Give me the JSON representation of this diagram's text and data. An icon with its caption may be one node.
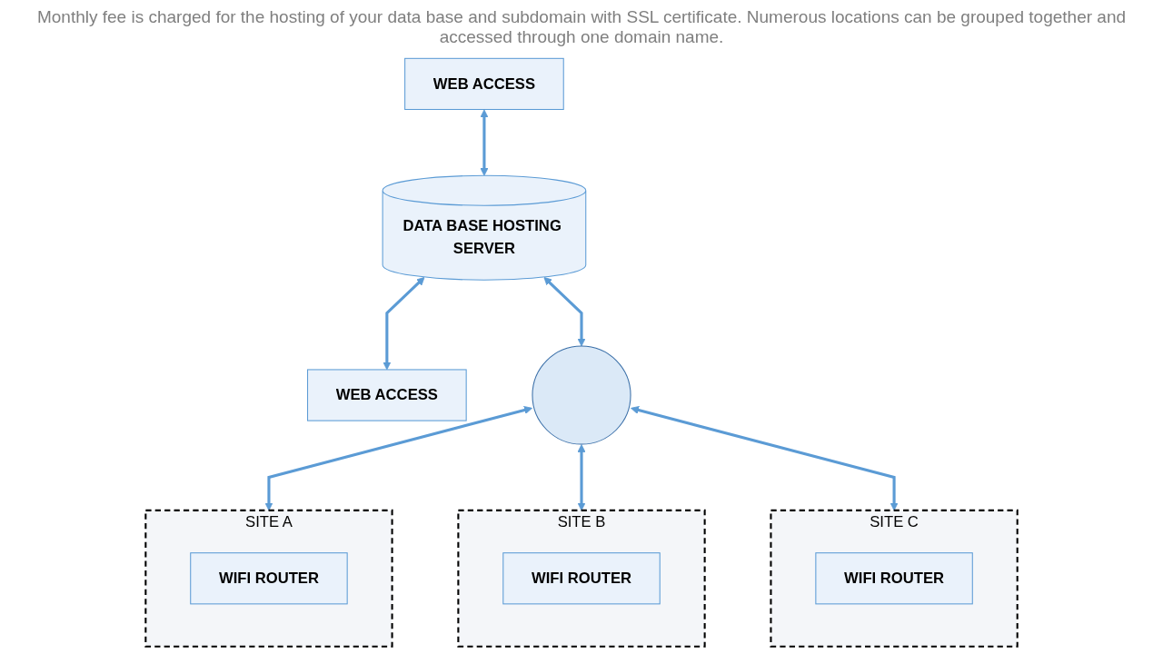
{
  "diagram": {
    "title": "Monthly fee is charged for the hosting of your data base and subdomain with SSL certificate. Numerous locations can be grouped together and accessed through one domain name.",
    "nodes": [
      {
        "text": [
          "WEB ACCESS"
        ]
      },
      {
        "text": [
          "DATA BASE HOSTING SERVER"
        ]
      },
      {
        "text": [
          "WEB ACCESS"
        ]
      },
      {
        "text": [],
        "shape": "circle"
      },
      {
        "text": [
          "SITE A"
        ]
      },
      {
        "text": [
          "WIFI ROUTER"
        ],
        "in": 4
      },
      {
        "text": [
          "SITE B"
        ]
      },
      {
        "text": [
          "WIFI ROUTER"
        ],
        "in": 6
      },
      {
        "text": [
          "SITE C"
        ]
      },
      {
        "text": [
          "WIFI ROUTER"
        ],
        "in": 8
      }
    ],
    "edges": [
      {
        "from": 0,
        "to": 1,
        "arrow": "both"
      },
      {
        "from": 1,
        "to": 2,
        "arrow": "both"
      },
      {
        "from": 1,
        "to": 3,
        "arrow": "both"
      },
      {
        "from": 3,
        "to": 4,
        "arrow": "both"
      },
      {
        "from": 3,
        "to": 6,
        "arrow": "both"
      },
      {
        "from": 3,
        "to": 8,
        "arrow": "both"
      }
    ]
  }
}
